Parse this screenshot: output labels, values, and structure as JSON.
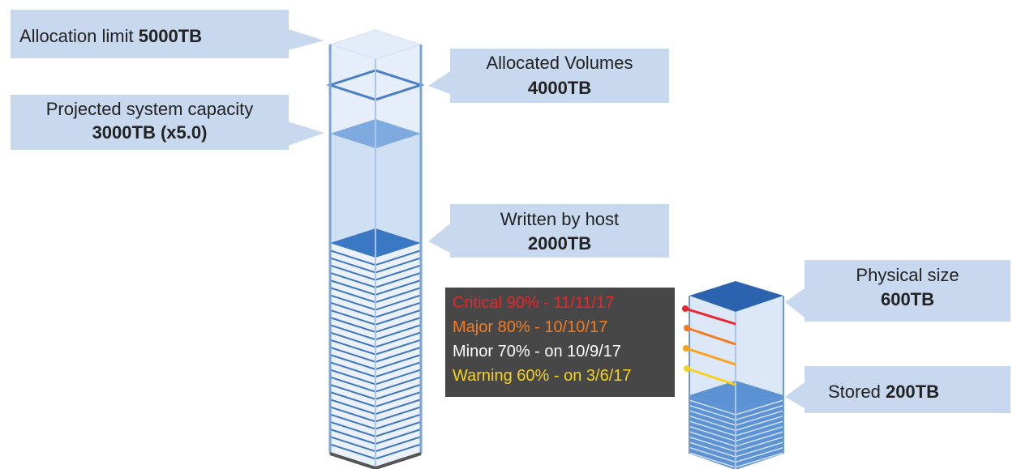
{
  "labels": {
    "allocation_limit": {
      "text": "Allocation limit",
      "value": "5000TB"
    },
    "allocated_volumes": {
      "text": "Allocated Volumes",
      "value": "4000TB"
    },
    "projected_capacity": {
      "text": "Projected system capacity",
      "value": "3000TB (x5.0)"
    },
    "written_by_host": {
      "text": "Written by host",
      "value": "2000TB"
    },
    "physical_size": {
      "text": "Physical size",
      "value": "600TB"
    },
    "stored": {
      "text": "Stored",
      "value": "200TB"
    }
  },
  "thresholds": [
    {
      "text": "Critical 90% - 11/11/17",
      "color": "#e8262b"
    },
    {
      "text": "Major 80% - 10/10/17",
      "color": "#f47b20"
    },
    {
      "text": "Minor 70% - on 10/9/17",
      "color": "#ffffff"
    },
    {
      "text": "Warning 60% - on 3/6/17",
      "color": "#f4d21f"
    }
  ],
  "marker_colors": [
    "#e8262b",
    "#f47b20",
    "#f9a21b",
    "#f4d21f"
  ],
  "colors": {
    "callout_bg": "#c8d9ef",
    "panel_bg": "#474747",
    "tank_fill": "#dce8f7",
    "tank_edge": "#6f9ad4",
    "layer": "#4c86cc",
    "layer_dark": "#2f6db5",
    "lid": "#2b63ae"
  }
}
